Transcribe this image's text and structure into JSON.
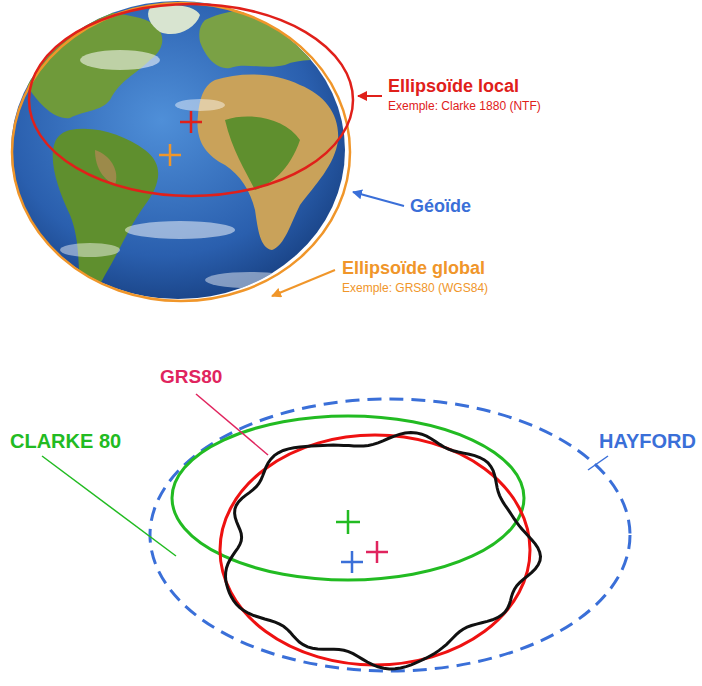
{
  "diagram": {
    "labels": [
      "Ellipsoïde local",
      "Exemple: Clarke 1880 (NTF)",
      "Géoïde",
      "Ellipsoïde global",
      "Exemple: GRS80 (WGS84)",
      "GRS80",
      "CLARKE 80",
      "HAYFORD"
    ]
  }
}
